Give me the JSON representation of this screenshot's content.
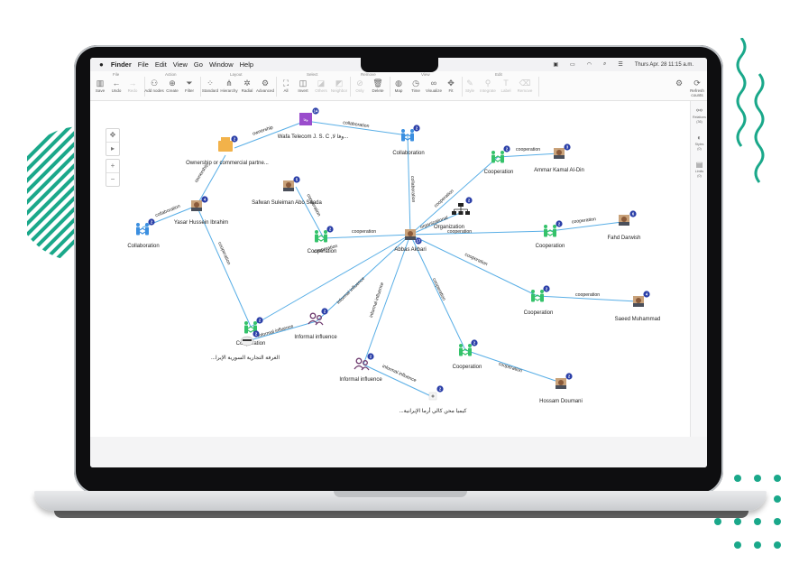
{
  "menubar": {
    "app": "Finder",
    "items": [
      "File",
      "Edit",
      "View",
      "Go",
      "Window",
      "Help"
    ],
    "clock": "Thurs Apr. 28 11:15 a.m."
  },
  "toolbar": {
    "groups": [
      "File",
      "Action",
      "Layout",
      "Select",
      "Remove",
      "View",
      "Edit"
    ],
    "buttons": [
      "Save",
      "Undo",
      "Redo",
      "Add nodes",
      "Create",
      "Filter",
      "Standard",
      "Hierarchy",
      "Radial",
      "Advanced",
      "All",
      "Invert",
      "Others",
      "Neighbor",
      "Only",
      "Delete",
      "Map",
      "Time",
      "Visualize",
      "Fit",
      "Style",
      "Integrate",
      "Label",
      "Remove"
    ],
    "refresh_label": "Refresh counts"
  },
  "right_panel": {
    "relations": "Relations",
    "relations_count": "(36)",
    "styles": "Styles",
    "styles_count": "(0)",
    "limits": "Limits",
    "limits_count": "(0)"
  },
  "zoom": {
    "move": "✥",
    "select": "▸",
    "in": "+",
    "out": "−"
  },
  "graph": {
    "nodes": {
      "wafa": "Wafa Telecom J. S. C ,وفا لا...",
      "ownership": "Ownership or commercial partne...",
      "collab_top": "Collaboration",
      "yasar": "Yasar Hussein Ibrahim",
      "collab_left": "Collaboration",
      "safwan": "Safwan Suleiman Abo Saada",
      "coop_mid": "Cooperation",
      "coop_left": "Cooperation",
      "abbas": "Abbas Akbari",
      "organization": "Organization",
      "coop_tr": "Cooperation",
      "ammar": "Ammar Kamal Al-Din",
      "coop_r1": "Cooperation",
      "fahd": "Fahd Darwish",
      "coop_r2": "Cooperation",
      "saeed": "Saeed Muhammad",
      "inf_left": "Informal influence",
      "arab_left": "...الغرفة التجارية السورية الإيرا",
      "inf_bottom": "Informal influence",
      "coop_bottom": "Cooperation",
      "hossam": "Hossam Doumani",
      "kima": "...كيميا محن كالي أرما الإيرانية"
    },
    "badges": {
      "wafa": "14",
      "ownership": "2",
      "collab_top": "2",
      "yasar": "4",
      "collab_left": "2",
      "safwan": "5",
      "coop_mid": "2",
      "coop_left": "2",
      "abbas": "17",
      "organization": "2",
      "coop_tr": "2",
      "ammar": "3",
      "coop_r1": "2",
      "fahd": "6",
      "coop_r2": "2",
      "saeed": "4",
      "inf_left": "2",
      "arab_left": "2",
      "inf_bottom": "2",
      "coop_bottom": "2",
      "hossam": "2",
      "kima": "2"
    },
    "edge_labels": {
      "ownership": "ownership",
      "collaboration_top": "collaboration",
      "collaboration_vertical": "collaboration",
      "ownership_lower": "ownership",
      "collaboration_left": "collaboration",
      "cooperation_left": "cooperation",
      "cooperation_safwan": "cooperation",
      "cooperation_mid_top": "cooperation",
      "cooperation_mid_bottom": "cooperation",
      "cooperation_tr": "cooperation",
      "cooperation_ammar": "cooperation",
      "organizational": "organizational",
      "cooperation_r1": "cooperation",
      "cooperation_fahd": "cooperation",
      "cooperation_r2": "cooperation",
      "cooperation_saeed": "cooperation",
      "cooperation_bottom": "cooperation",
      "cooperation_hossam": "cooperation",
      "informal_left": "informal influence",
      "informal_arab": "informal influence",
      "informal_bottom": "informal influence",
      "informal_kima": "informal influence"
    }
  },
  "colors": {
    "accent_teal": "#1aa88a",
    "edge_blue": "#58aee6",
    "badge_navy": "#2b3fa8",
    "coop_green": "#34c26a",
    "collab_blue": "#3b8fe0",
    "org_purple": "#9a4ccc",
    "ownership_orange": "#f2b24a",
    "influence_purple": "#6e3a6e"
  }
}
